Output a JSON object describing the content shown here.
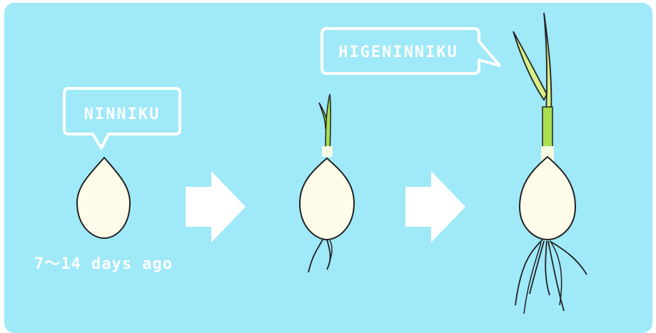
{
  "bubble_before": "NINNIKU",
  "bubble_after": "HIGENINNIKU",
  "caption": "7～14 days ago",
  "colors": {
    "background": "#9fe9f9",
    "bulb_fill": "#fefbe8",
    "sprout": "#a8e050",
    "leaf": "#d6ef86",
    "arrow": "#ffffff",
    "outline": "#222222"
  },
  "stages": [
    {
      "name": "bulb"
    },
    {
      "name": "sprouting-bulb"
    },
    {
      "name": "grown-garlic"
    }
  ]
}
